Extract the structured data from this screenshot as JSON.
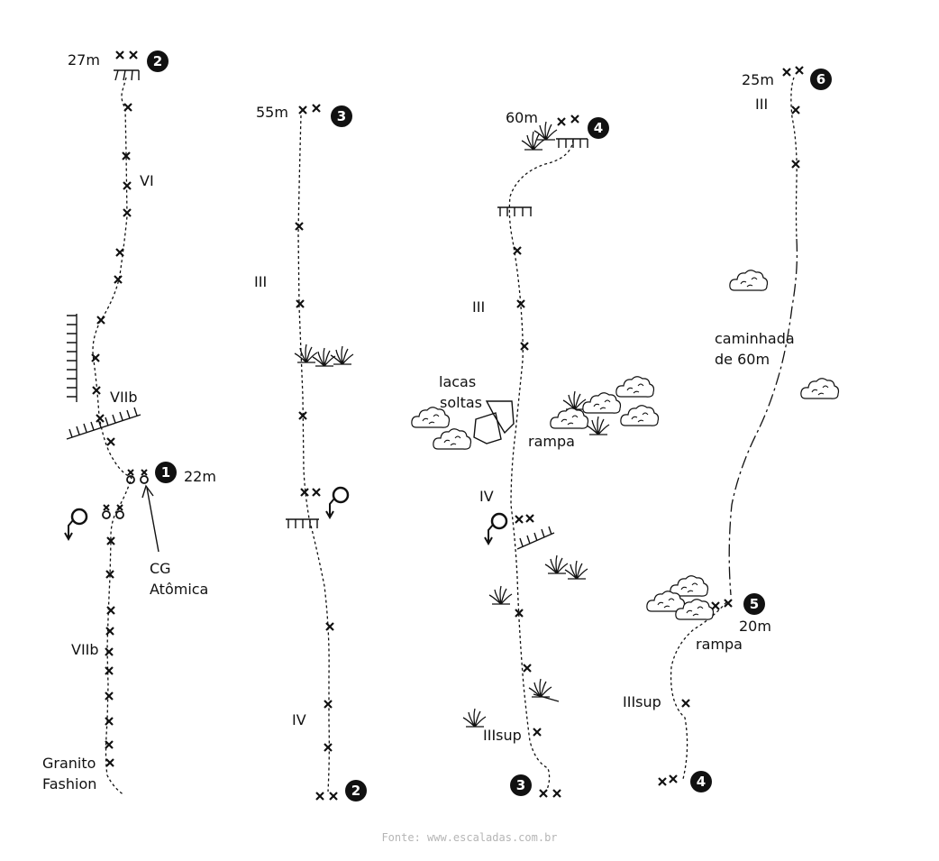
{
  "pitch1": {
    "belay_top": {
      "number": "2",
      "length": "27m"
    },
    "belay_bottom": {
      "number": "1",
      "length": "22m"
    },
    "grade_upper": "VI",
    "grade_middle": "VIIb",
    "grade_lower": "VIIb",
    "note_line1": "CG",
    "note_line2": "Atômica",
    "route_line1": "Granito",
    "route_line2": "Fashion"
  },
  "pitch2": {
    "belay_top": {
      "number": "3",
      "length": "55m"
    },
    "belay_bottom": {
      "number": "2"
    },
    "grade_upper": "III",
    "grade_lower": "IV"
  },
  "pitch3": {
    "belay_top": {
      "number": "4",
      "length": "60m"
    },
    "belay_bottom": {
      "number": "3"
    },
    "grade_upper": "III",
    "grade_middle": "IV",
    "grade_lower": "IIIsup",
    "flakes_line1": "lacas",
    "flakes_line2": "soltas",
    "ramp": "rampa"
  },
  "pitch4": {
    "belay_top": {
      "number": "6",
      "length": "25m"
    },
    "belay_mid": {
      "number": "5",
      "length": "20m"
    },
    "belay_bottom": {
      "number": "4"
    },
    "grade_top": "III",
    "grade_lower": "IIIsup",
    "walk_line1": "caminhada",
    "walk_line2": "de 60m",
    "ramp": "rampa"
  },
  "source": "Fonte: www.escaladas.com.br"
}
